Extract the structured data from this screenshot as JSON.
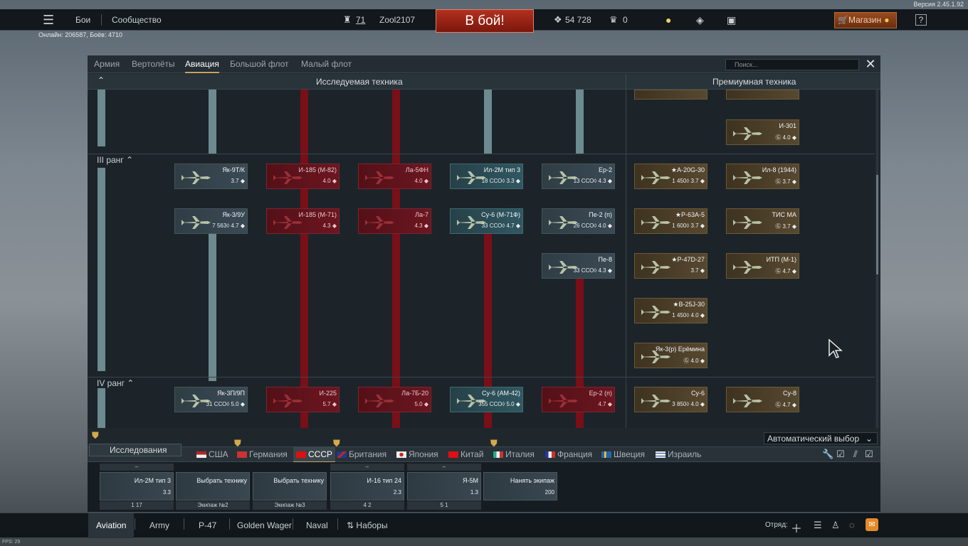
{
  "version": "Версия 2.45.1.92",
  "online": "Онлайн: 206587, Боёв: 4710",
  "fps": "FPS: 29",
  "topbar": {
    "battles": "Бои",
    "community": "Сообщество",
    "level": "71",
    "nick": "Zool2107",
    "battle_button": "В бой!",
    "silver": "54 728",
    "gold": "0",
    "shop": "Магазин",
    "help": "?",
    "icons": [
      "menu-icon",
      "profile-icon",
      "bulb-icon",
      "diamond-icon",
      "ticket-icon",
      "cart-icon",
      "warning-icon",
      "help-icon"
    ]
  },
  "tabs": [
    "Армия",
    "Вертолёты",
    "Авиация",
    "Большой флот",
    "Малый флот"
  ],
  "active_tab": "Авиация",
  "search_placeholder": "Поиск...",
  "sections": {
    "researchable": "Исследуемая техника",
    "premium": "Премиумная техника"
  },
  "ranks": [
    "III ранг",
    "IV ранг"
  ],
  "vehicles": [
    {
      "name": "Як-9Т/К",
      "info": "3.7 ◆",
      "type": "res"
    },
    {
      "name": "Як-3/9У",
      "info": "7 563◊ 4.7 ◆",
      "type": "res"
    },
    {
      "name": "И-185 (М-82)",
      "info": "4.0 ◆",
      "type": "loc"
    },
    {
      "name": "И-185 (М-71)",
      "info": "4.3 ◆",
      "type": "loc"
    },
    {
      "name": "Ла-5ФН",
      "info": "4.0 ◆",
      "type": "loc"
    },
    {
      "name": "Ла-7",
      "info": "4.3 ◆",
      "type": "loc"
    },
    {
      "name": "Ил-2М тип 3",
      "info": "18 ССО◊ 3.3 ◆",
      "type": "ae"
    },
    {
      "name": "Су-6 (М-71Ф)",
      "info": "33 ССО◊ 4.7 ◆",
      "type": "ae"
    },
    {
      "name": "Ер-2",
      "info": "13 ССО◊ 4.3 ◆",
      "type": "res"
    },
    {
      "name": "Пе-2 (п)",
      "info": "26 ССО◊ 4.0 ◆",
      "type": "res"
    },
    {
      "name": "Пе-8",
      "info": "33 ССО◊ 4.3 ◆",
      "type": "res"
    },
    {
      "name": "Як-3П/9П",
      "info": "31 ССО◊ 5.0 ◆",
      "type": "res"
    },
    {
      "name": "И-225",
      "info": "5.7 ◆",
      "type": "loc"
    },
    {
      "name": "Ла-7Б-20",
      "info": "5.0 ◆",
      "type": "loc"
    },
    {
      "name": "Су-6 (АМ-42)",
      "info": "355 ССО◊ 5.0 ◆",
      "type": "ae"
    },
    {
      "name": "Ер-2 (п)",
      "info": "4.7 ◆",
      "type": "loc"
    },
    {
      "name": "И-301",
      "info": "Ⓖ 4.0 ◆",
      "type": "prem"
    },
    {
      "name": "★A-20G-30",
      "info": "1 450◊ 3.7 ◆",
      "type": "prem"
    },
    {
      "name": "Ил-8 (1944)",
      "info": "Ⓖ 3.7 ◆",
      "type": "prem"
    },
    {
      "name": "★P-63A-5",
      "info": "1 600◊ 3.7 ◆",
      "type": "prem"
    },
    {
      "name": "ТИС МА",
      "info": "Ⓖ 3.7 ◆",
      "type": "prem"
    },
    {
      "name": "★P-47D-27",
      "info": "3.7 ◆",
      "type": "prem"
    },
    {
      "name": "ИТП (М-1)",
      "info": "Ⓖ 4.7 ◆",
      "type": "prem"
    },
    {
      "name": "★B-25J-30",
      "info": "1 450◊ 4.0 ◆",
      "type": "prem"
    },
    {
      "name": "Як-3(р) Ерёмина",
      "info": "Ⓖ 4.0 ◆",
      "type": "prem"
    },
    {
      "name": "Су-6",
      "info": "3 850◊ 4.0 ◆",
      "type": "prem"
    },
    {
      "name": "Су-8",
      "info": "Ⓖ 4.7 ◆",
      "type": "prem"
    }
  ],
  "autoselect": "Автоматический выбор",
  "research_button": "Исследования",
  "nations": [
    "США",
    "Германия",
    "СССР",
    "Британия",
    "Япония",
    "Китай",
    "Италия",
    "Франция",
    "Швеция",
    "Израиль"
  ],
  "active_nation": "СССР",
  "crew": [
    {
      "label": "–",
      "name": "Ил-2М тип 3",
      "info": "3.3",
      "bottom": "1   17"
    },
    {
      "label": "",
      "name": "Выбрать технику",
      "info": "",
      "bottom": "Экипаж №2"
    },
    {
      "label": "",
      "name": "Выбрать технику",
      "info": "",
      "bottom": "Экипаж №3"
    },
    {
      "label": "–",
      "name": "И-16 тип 24",
      "info": "2.3",
      "bottom": "4   2"
    },
    {
      "label": "–",
      "name": "Я-5М",
      "info": "1.3",
      "bottom": "5   1"
    },
    {
      "label": "",
      "name": "Нанять экипаж",
      "info": "200",
      "bottom": ""
    }
  ],
  "bottombar": {
    "tabs": [
      "Aviation",
      "Army",
      "P-47",
      "Golden Wager",
      "Naval",
      "Наборы"
    ],
    "squad": "Отряд:"
  }
}
